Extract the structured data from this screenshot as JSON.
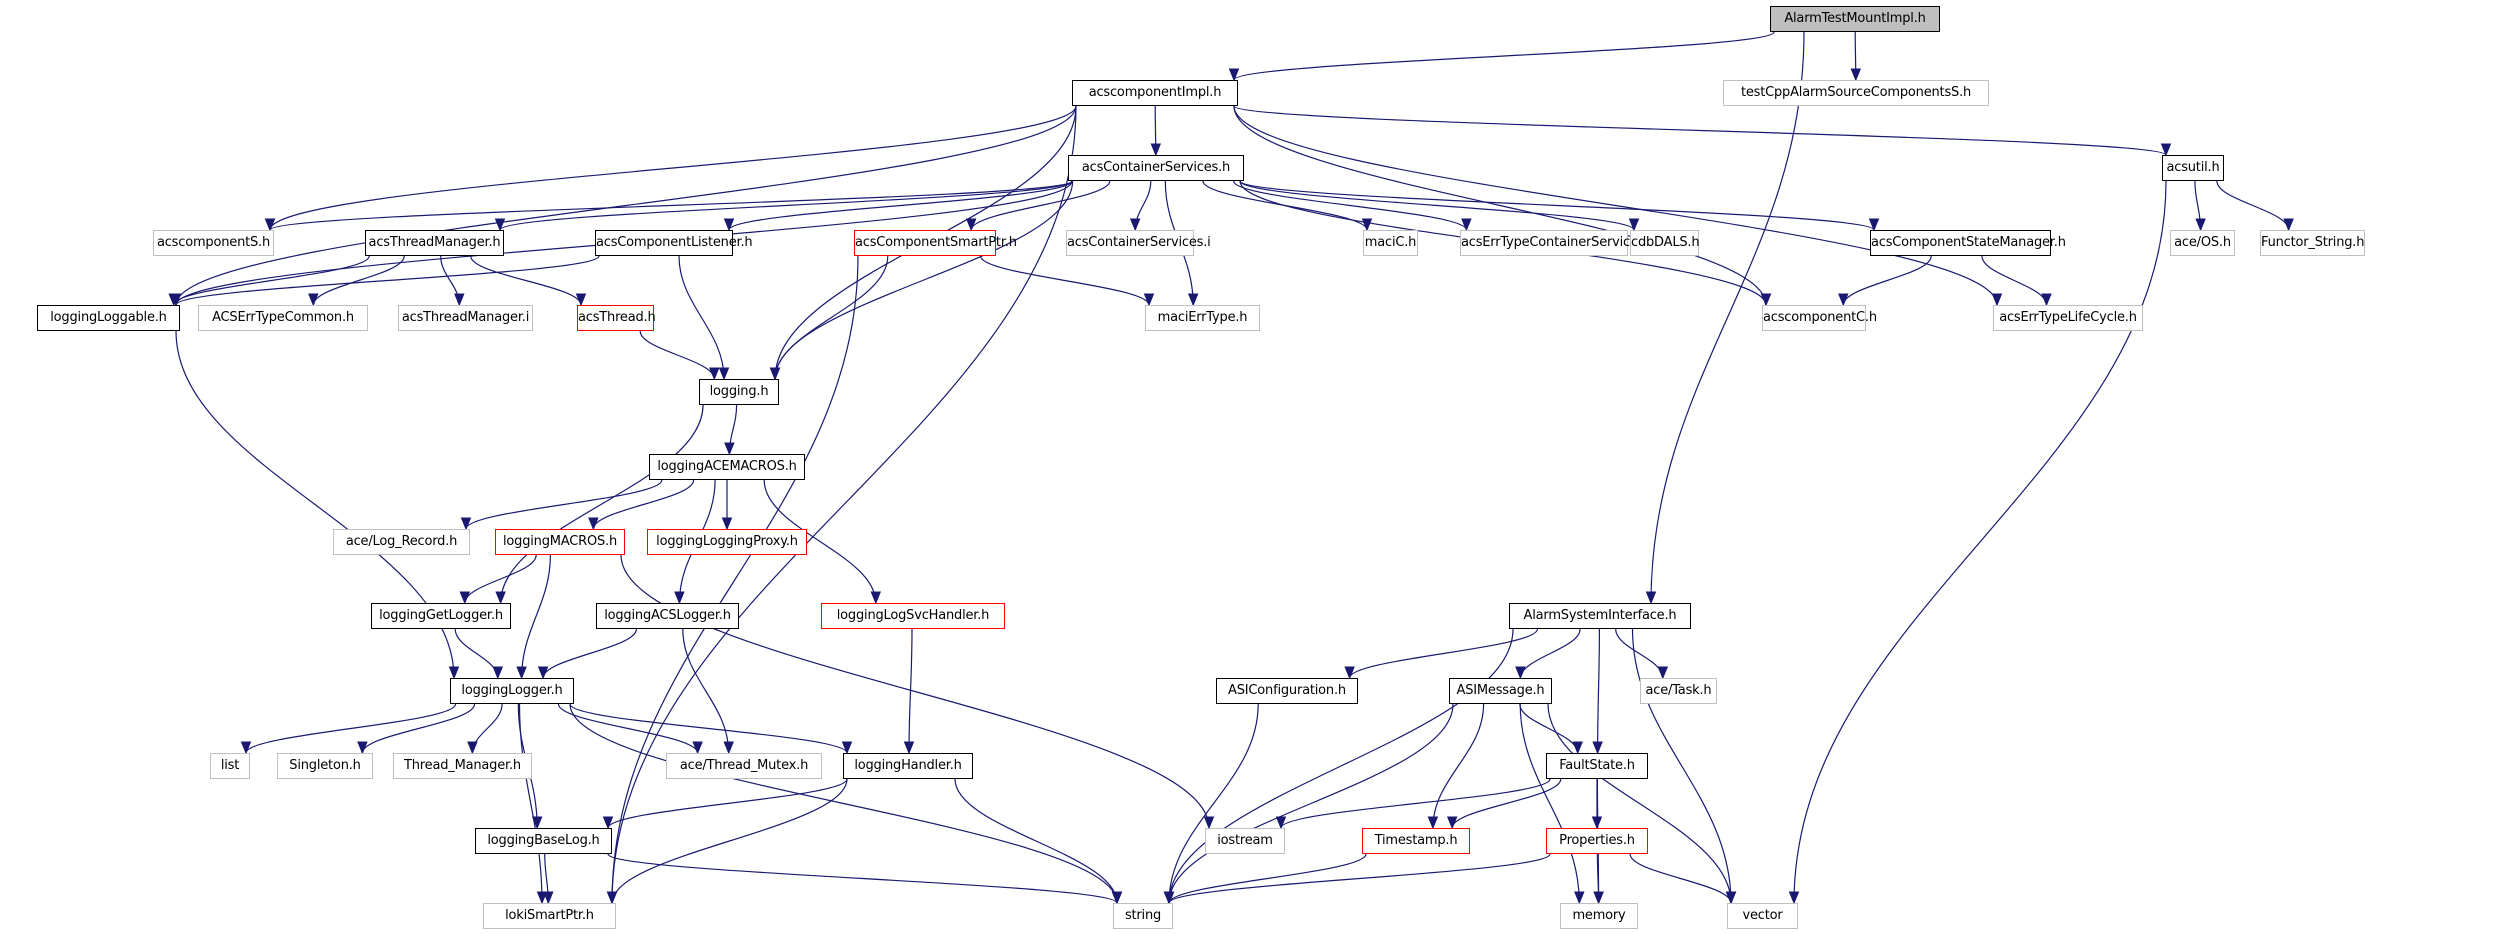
{
  "graph": {
    "title": "AlarmTestMountImpl.h",
    "colors": {
      "edge": "#191970",
      "root_fill": "#bfbfbf",
      "documented_border": "#000000",
      "external_border": "#bfbfbf",
      "undocumented_border": "#ff0000"
    },
    "nodes": [
      {
        "id": "AlarmTestMountImpl",
        "label": "AlarmTestMountImpl.h",
        "kind": "root"
      },
      {
        "id": "acscomponentImpl",
        "label": "acscomponentImpl.h",
        "kind": "doc"
      },
      {
        "id": "testCpp",
        "label": "testCppAlarmSourceComponentsS.h",
        "kind": "ext"
      },
      {
        "id": "acsContainerServices",
        "label": "acsContainerServices.h",
        "kind": "doc"
      },
      {
        "id": "acsutil",
        "label": "acsutil.h",
        "kind": "doc"
      },
      {
        "id": "acscomponentS",
        "label": "acscomponentS.h",
        "kind": "ext"
      },
      {
        "id": "acsThreadManager",
        "label": "acsThreadManager.h",
        "kind": "doc"
      },
      {
        "id": "acsComponentListener",
        "label": "acsComponentListener.h",
        "kind": "doc"
      },
      {
        "id": "acsComponentSmartPtr",
        "label": "acsComponentSmartPtr.h",
        "kind": "undoc"
      },
      {
        "id": "acsContainerServicesI",
        "label": "acsContainerServices.i",
        "kind": "ext"
      },
      {
        "id": "maciC",
        "label": "maciC.h",
        "kind": "ext"
      },
      {
        "id": "acsErrTypeContainerServices",
        "label": "acsErrTypeContainerServices.h",
        "kind": "ext"
      },
      {
        "id": "cdbDALS",
        "label": "cdbDALS.h",
        "kind": "ext"
      },
      {
        "id": "acsComponentStateManager",
        "label": "acsComponentStateManager.h",
        "kind": "doc"
      },
      {
        "id": "aceOS",
        "label": "ace/OS.h",
        "kind": "ext"
      },
      {
        "id": "FunctorString",
        "label": "Functor_String.h",
        "kind": "ext"
      },
      {
        "id": "loggingLoggable",
        "label": "loggingLoggable.h",
        "kind": "doc"
      },
      {
        "id": "ACSErrTypeCommon",
        "label": "ACSErrTypeCommon.h",
        "kind": "ext"
      },
      {
        "id": "acsThreadManagerI",
        "label": "acsThreadManager.i",
        "kind": "ext"
      },
      {
        "id": "acsThread",
        "label": "acsThread.h",
        "kind": "undoc"
      },
      {
        "id": "maciErrType",
        "label": "maciErrType.h",
        "kind": "ext"
      },
      {
        "id": "acscomponentC",
        "label": "acscomponentC.h",
        "kind": "ext"
      },
      {
        "id": "acsErrTypeLifeCycle",
        "label": "acsErrTypeLifeCycle.h",
        "kind": "ext"
      },
      {
        "id": "logging",
        "label": "logging.h",
        "kind": "doc"
      },
      {
        "id": "loggingACEMACROS",
        "label": "loggingACEMACROS.h",
        "kind": "doc"
      },
      {
        "id": "aceLogRecord",
        "label": "ace/Log_Record.h",
        "kind": "ext"
      },
      {
        "id": "loggingMACROS",
        "label": "loggingMACROS.h",
        "kind": "undoc"
      },
      {
        "id": "loggingLoggingProxy",
        "label": "loggingLoggingProxy.h",
        "kind": "undoc"
      },
      {
        "id": "loggingGetLogger",
        "label": "loggingGetLogger.h",
        "kind": "doc"
      },
      {
        "id": "loggingACSLogger",
        "label": "loggingACSLogger.h",
        "kind": "doc"
      },
      {
        "id": "loggingLogSvcHandler",
        "label": "loggingLogSvcHandler.h",
        "kind": "undoc"
      },
      {
        "id": "AlarmSystemInterface",
        "label": "AlarmSystemInterface.h",
        "kind": "doc"
      },
      {
        "id": "loggingLogger",
        "label": "loggingLogger.h",
        "kind": "doc"
      },
      {
        "id": "ASIConfiguration",
        "label": "ASIConfiguration.h",
        "kind": "doc"
      },
      {
        "id": "ASIMessage",
        "label": "ASIMessage.h",
        "kind": "doc"
      },
      {
        "id": "aceTask",
        "label": "ace/Task.h",
        "kind": "ext"
      },
      {
        "id": "list",
        "label": "list",
        "kind": "ext"
      },
      {
        "id": "Singleton",
        "label": "Singleton.h",
        "kind": "ext"
      },
      {
        "id": "ThreadManager",
        "label": "Thread_Manager.h",
        "kind": "ext"
      },
      {
        "id": "aceThreadMutex",
        "label": "ace/Thread_Mutex.h",
        "kind": "ext"
      },
      {
        "id": "loggingHandler",
        "label": "loggingHandler.h",
        "kind": "doc"
      },
      {
        "id": "FaultState",
        "label": "FaultState.h",
        "kind": "doc"
      },
      {
        "id": "loggingBaseLog",
        "label": "loggingBaseLog.h",
        "kind": "doc"
      },
      {
        "id": "iostream",
        "label": "iostream",
        "kind": "ext"
      },
      {
        "id": "Timestamp",
        "label": "Timestamp.h",
        "kind": "undoc"
      },
      {
        "id": "Properties",
        "label": "Properties.h",
        "kind": "undoc"
      },
      {
        "id": "lokiSmartPtr",
        "label": "lokiSmartPtr.h",
        "kind": "ext"
      },
      {
        "id": "string",
        "label": "string",
        "kind": "ext"
      },
      {
        "id": "memory",
        "label": "memory",
        "kind": "ext"
      },
      {
        "id": "vector",
        "label": "vector",
        "kind": "ext"
      }
    ],
    "edges": [
      [
        "AlarmTestMountImpl",
        "acscomponentImpl"
      ],
      [
        "AlarmTestMountImpl",
        "testCpp"
      ],
      [
        "AlarmTestMountImpl",
        "AlarmSystemInterface"
      ],
      [
        "acscomponentImpl",
        "acsContainerServices"
      ],
      [
        "acscomponentImpl",
        "acsutil"
      ],
      [
        "acscomponentImpl",
        "acscomponentS"
      ],
      [
        "acscomponentImpl",
        "loggingLoggable"
      ],
      [
        "acscomponentImpl",
        "logging"
      ],
      [
        "acscomponentImpl",
        "lokiSmartPtr"
      ],
      [
        "acscomponentImpl",
        "acscomponentC"
      ],
      [
        "acscomponentImpl",
        "acsErrTypeLifeCycle"
      ],
      [
        "acsContainerServices",
        "acscomponentS"
      ],
      [
        "acsContainerServices",
        "acsThreadManager"
      ],
      [
        "acsContainerServices",
        "acsComponentListener"
      ],
      [
        "acsContainerServices",
        "acsComponentSmartPtr"
      ],
      [
        "acsContainerServices",
        "acsContainerServicesI"
      ],
      [
        "acsContainerServices",
        "maciC"
      ],
      [
        "acsContainerServices",
        "acsErrTypeContainerServices"
      ],
      [
        "acsContainerServices",
        "cdbDALS"
      ],
      [
        "acsContainerServices",
        "acsComponentStateManager"
      ],
      [
        "acsContainerServices",
        "loggingLoggable"
      ],
      [
        "acsContainerServices",
        "logging"
      ],
      [
        "acsContainerServices",
        "maciErrType"
      ],
      [
        "acsContainerServices",
        "acscomponentC"
      ],
      [
        "acsutil",
        "aceOS"
      ],
      [
        "acsutil",
        "FunctorString"
      ],
      [
        "acsutil",
        "vector"
      ],
      [
        "acsThreadManager",
        "loggingLoggable"
      ],
      [
        "acsThreadManager",
        "ACSErrTypeCommon"
      ],
      [
        "acsThreadManager",
        "acsThreadManagerI"
      ],
      [
        "acsThreadManager",
        "acsThread"
      ],
      [
        "acsComponentListener",
        "loggingLoggable"
      ],
      [
        "acsComponentListener",
        "logging"
      ],
      [
        "acsComponentSmartPtr",
        "logging"
      ],
      [
        "acsComponentSmartPtr",
        "maciErrType"
      ],
      [
        "acsComponentSmartPtr",
        "lokiSmartPtr"
      ],
      [
        "acsComponentStateManager",
        "acscomponentC"
      ],
      [
        "acsComponentStateManager",
        "acsErrTypeLifeCycle"
      ],
      [
        "acsThread",
        "logging"
      ],
      [
        "loggingLoggable",
        "loggingLogger"
      ],
      [
        "logging",
        "loggingACEMACROS"
      ],
      [
        "logging",
        "loggingGetLogger"
      ],
      [
        "loggingACEMACROS",
        "aceLogRecord"
      ],
      [
        "loggingACEMACROS",
        "loggingMACROS"
      ],
      [
        "loggingACEMACROS",
        "loggingLoggingProxy"
      ],
      [
        "loggingACEMACROS",
        "loggingACSLogger"
      ],
      [
        "loggingACEMACROS",
        "loggingLogSvcHandler"
      ],
      [
        "loggingMACROS",
        "loggingGetLogger"
      ],
      [
        "loggingMACROS",
        "loggingLogger"
      ],
      [
        "loggingMACROS",
        "iostream"
      ],
      [
        "loggingGetLogger",
        "loggingLogger"
      ],
      [
        "loggingACSLogger",
        "loggingLogger"
      ],
      [
        "loggingACSLogger",
        "aceThreadMutex"
      ],
      [
        "loggingLogSvcHandler",
        "loggingHandler"
      ],
      [
        "loggingLogger",
        "list"
      ],
      [
        "loggingLogger",
        "Singleton"
      ],
      [
        "loggingLogger",
        "ThreadManager"
      ],
      [
        "loggingLogger",
        "aceThreadMutex"
      ],
      [
        "loggingLogger",
        "loggingHandler"
      ],
      [
        "loggingLogger",
        "loggingBaseLog"
      ],
      [
        "loggingLogger",
        "lokiSmartPtr"
      ],
      [
        "loggingLogger",
        "string"
      ],
      [
        "loggingHandler",
        "loggingBaseLog"
      ],
      [
        "loggingHandler",
        "lokiSmartPtr"
      ],
      [
        "loggingHandler",
        "string"
      ],
      [
        "loggingBaseLog",
        "lokiSmartPtr"
      ],
      [
        "loggingBaseLog",
        "string"
      ],
      [
        "AlarmSystemInterface",
        "ASIConfiguration"
      ],
      [
        "AlarmSystemInterface",
        "ASIMessage"
      ],
      [
        "AlarmSystemInterface",
        "aceTask"
      ],
      [
        "AlarmSystemInterface",
        "FaultState"
      ],
      [
        "AlarmSystemInterface",
        "string"
      ],
      [
        "AlarmSystemInterface",
        "vector"
      ],
      [
        "ASIConfiguration",
        "string"
      ],
      [
        "ASIMessage",
        "FaultState"
      ],
      [
        "ASIMessage",
        "Timestamp"
      ],
      [
        "ASIMessage",
        "string"
      ],
      [
        "ASIMessage",
        "memory"
      ],
      [
        "ASIMessage",
        "vector"
      ],
      [
        "FaultState",
        "iostream"
      ],
      [
        "FaultState",
        "Timestamp"
      ],
      [
        "FaultState",
        "Properties"
      ],
      [
        "FaultState",
        "memory"
      ],
      [
        "Timestamp",
        "string"
      ],
      [
        "Properties",
        "string"
      ],
      [
        "Properties",
        "memory"
      ],
      [
        "Properties",
        "vector"
      ]
    ]
  }
}
